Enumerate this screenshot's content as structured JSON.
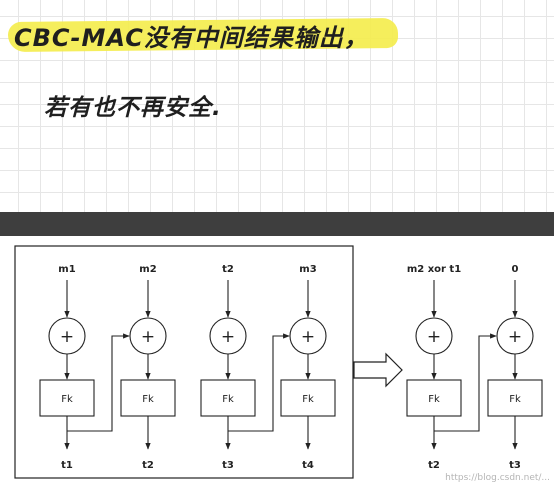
{
  "notes": {
    "line1": "CBC-MAC没有中间结果输出，",
    "line2": "若有也不再安全."
  },
  "diagram": {
    "left_chain": {
      "inputs": [
        "m1",
        "m2",
        "t2",
        "m3"
      ],
      "box_label": "Fk",
      "outputs": [
        "t1",
        "t2",
        "t3",
        "t4"
      ]
    },
    "right_chain": {
      "inputs": [
        "m2 xor t1",
        "0"
      ],
      "box_label": "Fk",
      "outputs": [
        "t2",
        "t3"
      ]
    },
    "xor_symbol": "+"
  },
  "watermark": "https://blog.csdn.net/..."
}
